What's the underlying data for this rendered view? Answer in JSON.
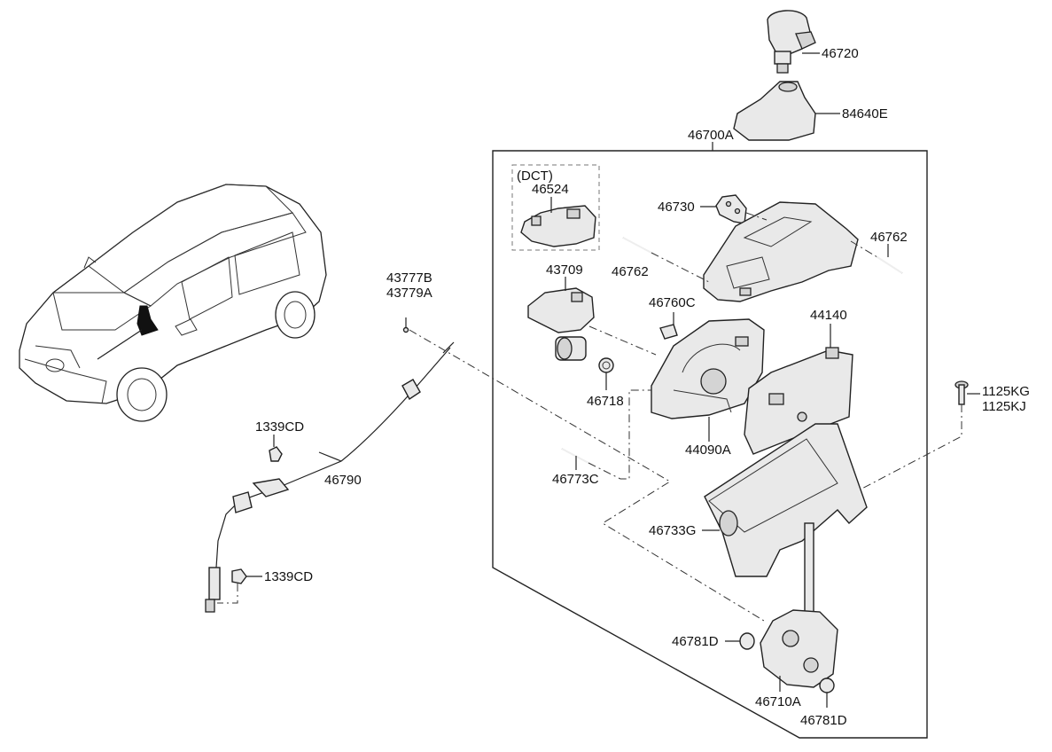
{
  "parts": {
    "p46720": "46720",
    "p84640E": "84640E",
    "p46700A": "46700A",
    "dct": "(DCT)",
    "p46524": "46524",
    "p46730": "46730",
    "p46762_right": "46762",
    "p46762_left": "46762",
    "p43709": "43709",
    "p46760C": "46760C",
    "p44140": "44140",
    "p46718": "46718",
    "p44090A": "44090A",
    "p1125KG": "1125KG",
    "p1125KJ": "1125KJ",
    "p43777B": "43777B",
    "p43779A": "43779A",
    "p1339CD_top": "1339CD",
    "p46790": "46790",
    "p1339CD_bottom": "1339CD",
    "p46773C": "46773C",
    "p46733G": "46733G",
    "p46781D_left": "46781D",
    "p46710A": "46710A",
    "p46781D_right": "46781D"
  }
}
